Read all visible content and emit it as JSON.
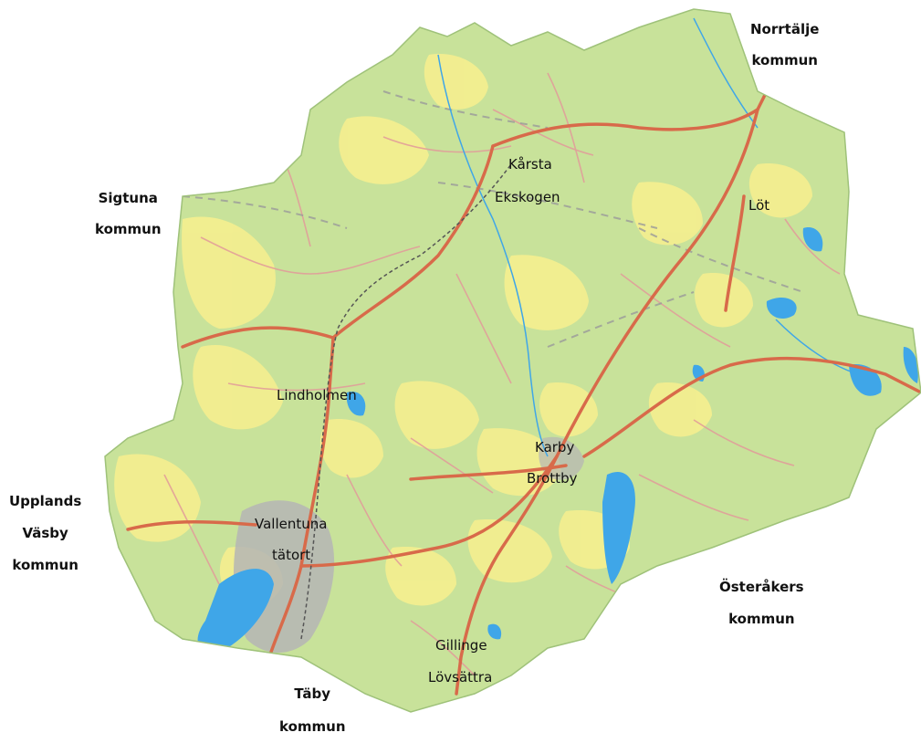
{
  "map": {
    "colors": {
      "land": "#c8e29a",
      "open_land": "#f5ef8f",
      "water": "#3fa6e8",
      "major_road": "#d86a4a",
      "minor_road": "#e29a9a",
      "urban": "#b5b5b5",
      "boundary": "#9a9a9a",
      "background": "#ffffff"
    },
    "places": [
      {
        "id": "karsta",
        "label": "Kårsta"
      },
      {
        "id": "ekskogen",
        "label": "Ekskogen"
      },
      {
        "id": "lot",
        "label": "Löt"
      },
      {
        "id": "lindholmen",
        "label": "Lindholmen"
      },
      {
        "id": "karby",
        "label": "Karby"
      },
      {
        "id": "brottby",
        "label": "Brottby"
      },
      {
        "id": "vallentuna",
        "label": "Vallentuna"
      },
      {
        "id": "tatort",
        "label": "tätort"
      },
      {
        "id": "gillinge",
        "label": "Gillinge"
      },
      {
        "id": "lovsattra",
        "label": "Lövsättra"
      }
    ],
    "municipalities": [
      {
        "id": "norrtalje",
        "lines": [
          "Norrtälje",
          "kommun"
        ]
      },
      {
        "id": "sigtuna",
        "lines": [
          "Sigtuna",
          "kommun"
        ]
      },
      {
        "id": "upplands-vasby",
        "lines": [
          "Upplands",
          "Väsby",
          "kommun"
        ]
      },
      {
        "id": "osteraker",
        "lines": [
          "Österåkers",
          "kommun"
        ]
      },
      {
        "id": "taby",
        "lines": [
          "Täby",
          "kommun"
        ]
      }
    ]
  }
}
